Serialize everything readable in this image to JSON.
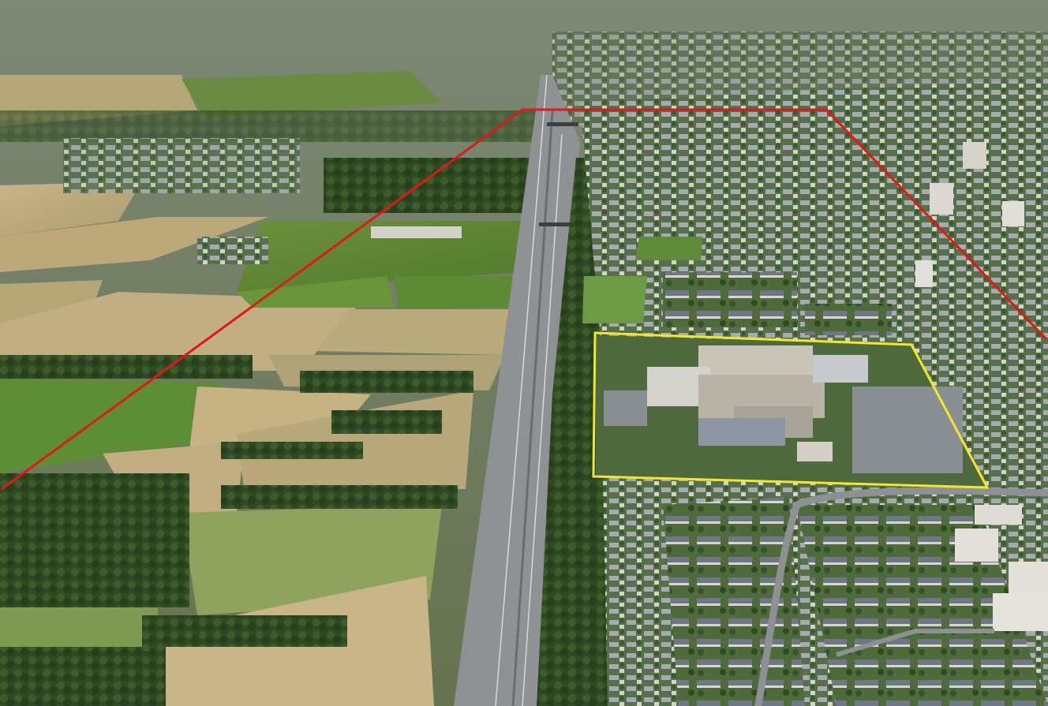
{
  "scene": {
    "subject": "aerial-landscape",
    "regions": [
      "farmland",
      "motorway",
      "residential-district",
      "hospital-campus"
    ]
  },
  "overlays": {
    "outer_outline_color": "#e01818",
    "inner_outline_color": "#f5e62a",
    "sky_haze_color": "#8f9a86",
    "field_colors": [
      "#b9a97a",
      "#c8b487",
      "#6d8f3c",
      "#5f8a34",
      "#a89a6c"
    ],
    "urban_colors": [
      "#9aa0a6",
      "#c9c6bf",
      "#7b8087",
      "#e2dfd8"
    ],
    "road_color": "#8a8d8f",
    "tree_color": "#2f4a22"
  }
}
